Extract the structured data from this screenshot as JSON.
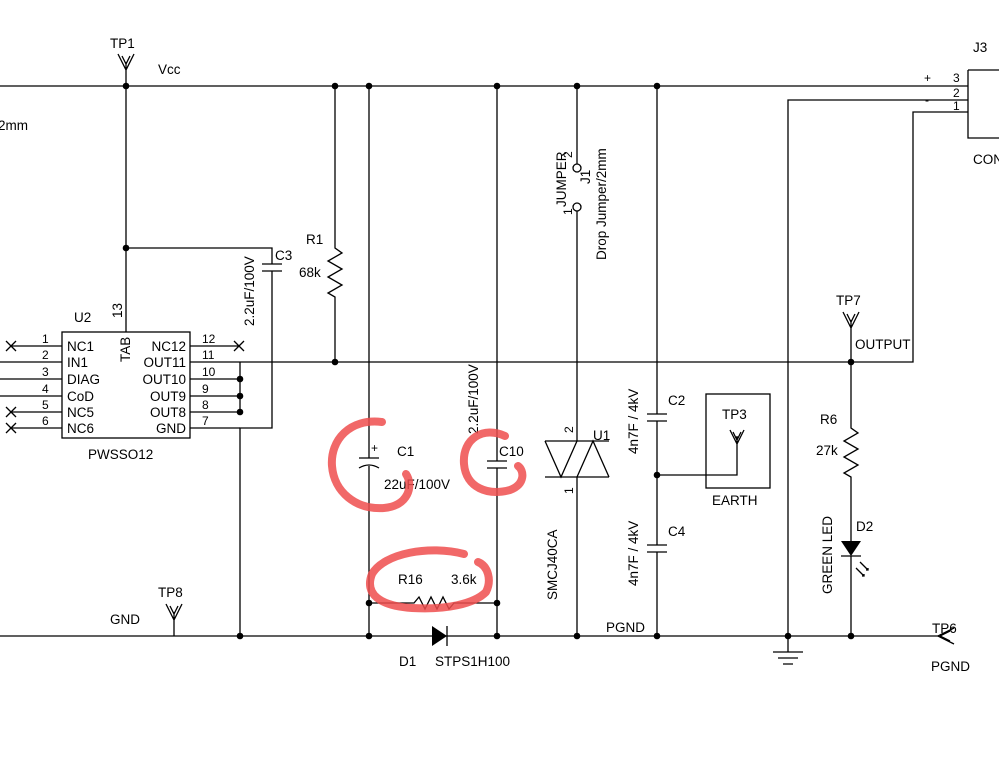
{
  "nets": {
    "vcc": "Vcc",
    "gnd": "GND",
    "pgnd_a": "PGND",
    "pgnd_b": "PGND",
    "output": "OUTPUT",
    "frag": "2mm"
  },
  "testpoints": {
    "tp1": "TP1",
    "tp3": "TP3",
    "tp6": "TP6",
    "tp7": "TP7",
    "tp8": "TP8"
  },
  "u2": {
    "ref": "U2",
    "part": "PWSSO12",
    "tab": "TAB",
    "tab_pin": "13",
    "left_pins": [
      {
        "num": "1",
        "name": "NC1"
      },
      {
        "num": "2",
        "name": "IN1"
      },
      {
        "num": "3",
        "name": "DIAG"
      },
      {
        "num": "4",
        "name": "CoD"
      },
      {
        "num": "5",
        "name": "NC5"
      },
      {
        "num": "6",
        "name": "NC6"
      }
    ],
    "right_pins": [
      {
        "num": "12",
        "name": "NC12"
      },
      {
        "num": "11",
        "name": "OUT11"
      },
      {
        "num": "10",
        "name": "OUT10"
      },
      {
        "num": "9",
        "name": "OUT9"
      },
      {
        "num": "8",
        "name": "OUT8"
      },
      {
        "num": "7",
        "name": "GND"
      }
    ]
  },
  "r1": {
    "ref": "R1",
    "value": "68k"
  },
  "c3": {
    "ref": "C3",
    "value": "2.2uF/100V"
  },
  "c1": {
    "ref": "C1",
    "value": "22uF/100V",
    "polarity": "+"
  },
  "c10": {
    "ref": "C10",
    "value": "2.2uF/100V"
  },
  "r16": {
    "ref": "R16",
    "value": "3.6k"
  },
  "d1": {
    "ref": "D1",
    "part": "STPS1H100"
  },
  "j1": {
    "ref": "J1",
    "label": "JUMPER",
    "note": "Drop Jumper/2mm",
    "pin1": "1",
    "pin2": "2"
  },
  "u1": {
    "ref": "U1",
    "part": "SMCJ40CA",
    "pin1": "1",
    "pin2": "2"
  },
  "c2": {
    "ref": "C2",
    "value": "4n7F / 4kV"
  },
  "c4": {
    "ref": "C4",
    "value": "4n7F / 4kV"
  },
  "earth": {
    "label": "EARTH"
  },
  "r6": {
    "ref": "R6",
    "value": "27k"
  },
  "d2": {
    "ref": "D2",
    "label": "GREEN LED"
  },
  "j3": {
    "ref": "J3",
    "label": "CON",
    "pins": [
      "3",
      "2",
      "1"
    ],
    "plus": "+",
    "minus": "-"
  },
  "colors": {
    "wire": "#000000",
    "markup": "#ee4d4d"
  }
}
